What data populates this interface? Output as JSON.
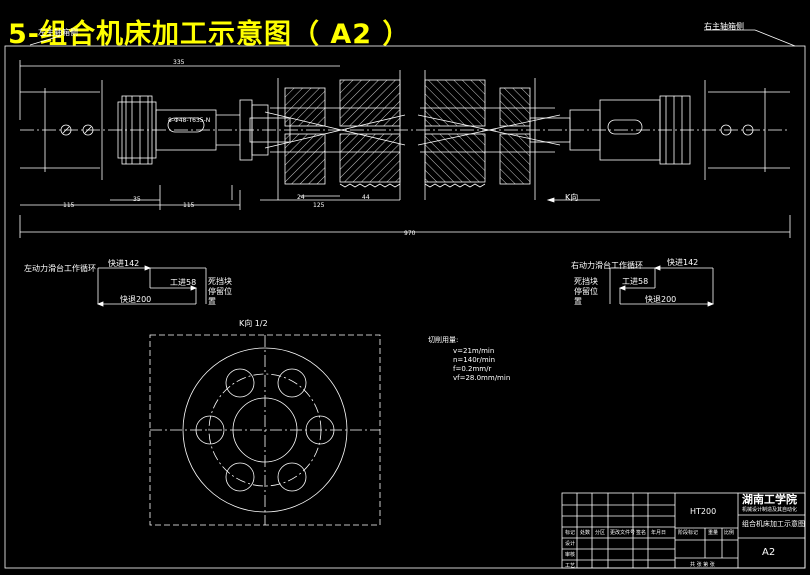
{
  "title": "5-组合机床加工示意图（ A2 ）",
  "top_left_label": "左主轴箱侧",
  "top_right_label": "右主轴箱侧",
  "dims": {
    "d335": "335",
    "d115a": "115",
    "d35": "35",
    "d115b": "115",
    "d125": "125",
    "d24": "24",
    "d44": "44",
    "d970": "970"
  },
  "spindle_label": "8-Φ48-T635-N",
  "k_dir": "K向",
  "left_cycle": {
    "title": "左动力滑台工作循环",
    "fast_in": "快进142",
    "work_in": "工进58",
    "fast_back": "快退200",
    "stop": "死挡块停留位置"
  },
  "right_cycle": {
    "title": "右动力滑台工作循环",
    "fast_in": "快进142",
    "work_in": "工进58",
    "fast_back": "快退200",
    "stop": "死挡块停留位置"
  },
  "k_view_label": "K向 1/2",
  "cutting": {
    "title": "切削用量:",
    "v": "v=21m/min",
    "n": "n=140r/min",
    "f": "f=0.2mm/r",
    "vf": "vf=28.0mm/min"
  },
  "title_block": {
    "material": "HT200",
    "school": "湖南工学院",
    "school_sub": "机械设计制造及其自动化",
    "drawing_name": "组合机床加工示意图",
    "size": "A2",
    "row_labels": [
      "标记",
      "处数",
      "设计",
      "审核",
      "工艺"
    ],
    "cols": [
      "分区",
      "更改文件号",
      "签名",
      "年月日"
    ],
    "stage": "阶段标记",
    "weight": "重量",
    "scale": "比例",
    "sheets": "共 张 第 张"
  },
  "colors": {
    "bg": "#000000",
    "line": "#ffffff",
    "title": "#ffff00"
  }
}
